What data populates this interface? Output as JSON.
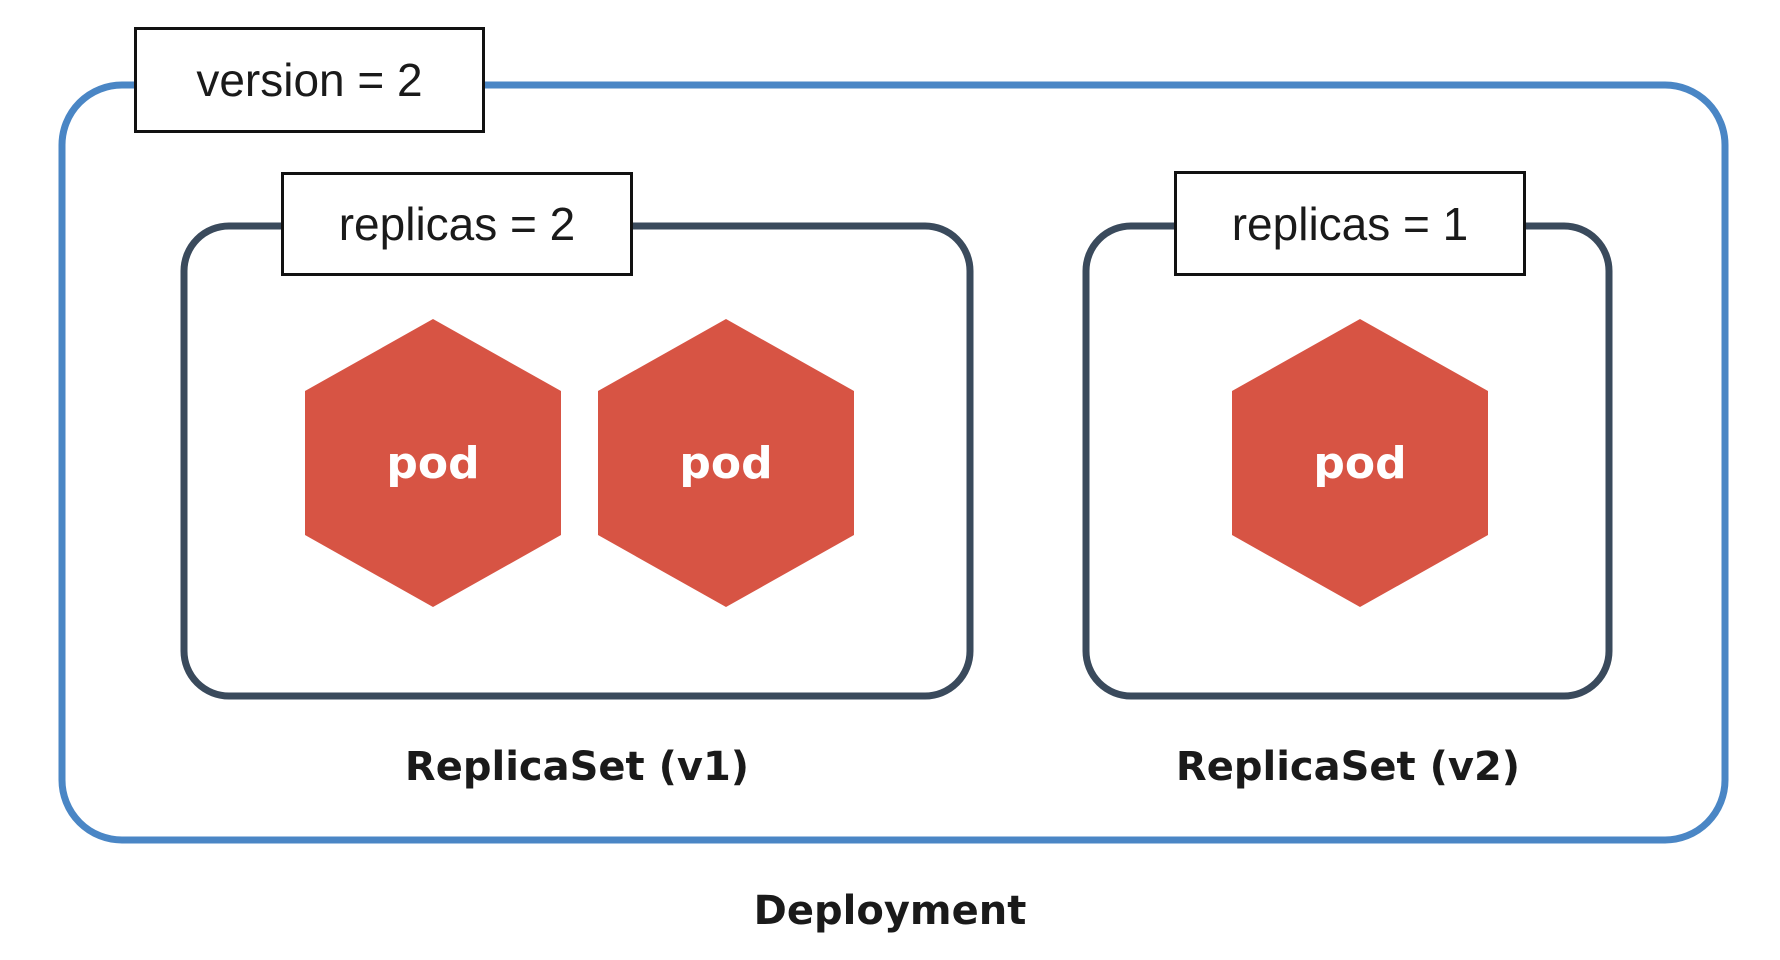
{
  "deployment": {
    "version_label": "version = 2",
    "caption": "Deployment",
    "border_color": "#4a86c5"
  },
  "replicasets": [
    {
      "replicas_label": "replicas = 2",
      "caption": "ReplicaSet (v1)",
      "pods": [
        "pod",
        "pod"
      ],
      "border_color": "#3a4a5c"
    },
    {
      "replicas_label": "replicas = 1",
      "caption": "ReplicaSet (v2)",
      "pods": [
        "pod"
      ],
      "border_color": "#3a4a5c"
    }
  ],
  "pod_color": "#d75444"
}
